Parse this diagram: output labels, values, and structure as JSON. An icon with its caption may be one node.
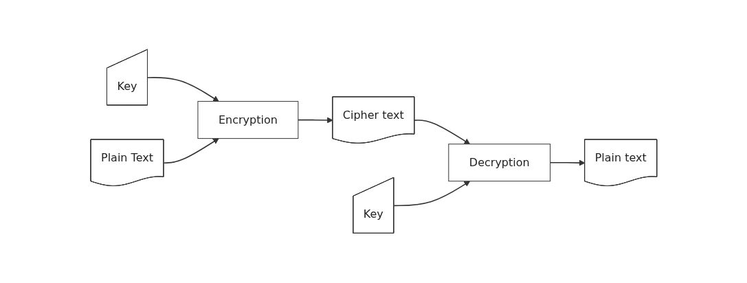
{
  "diagram": {
    "nodes": [
      {
        "text": [
          "Key"
        ]
      },
      {
        "text": [
          "Plain Text"
        ]
      },
      {
        "text": [
          "Encryption"
        ]
      },
      {
        "text": [
          "Cipher text"
        ]
      },
      {
        "text": [
          "Decryption"
        ]
      },
      {
        "text": [
          "Plain text"
        ]
      },
      {
        "text": [
          "Key"
        ]
      }
    ],
    "edges": [
      {
        "from": 0,
        "to": 2,
        "arrow": "to"
      },
      {
        "from": 1,
        "to": 2,
        "arrow": "to"
      },
      {
        "from": 2,
        "to": 3,
        "arrow": "to"
      },
      {
        "from": 3,
        "to": 4,
        "arrow": "to"
      },
      {
        "from": 4,
        "to": 5,
        "arrow": "to"
      },
      {
        "from": 6,
        "to": 4,
        "arrow": "to"
      }
    ]
  }
}
